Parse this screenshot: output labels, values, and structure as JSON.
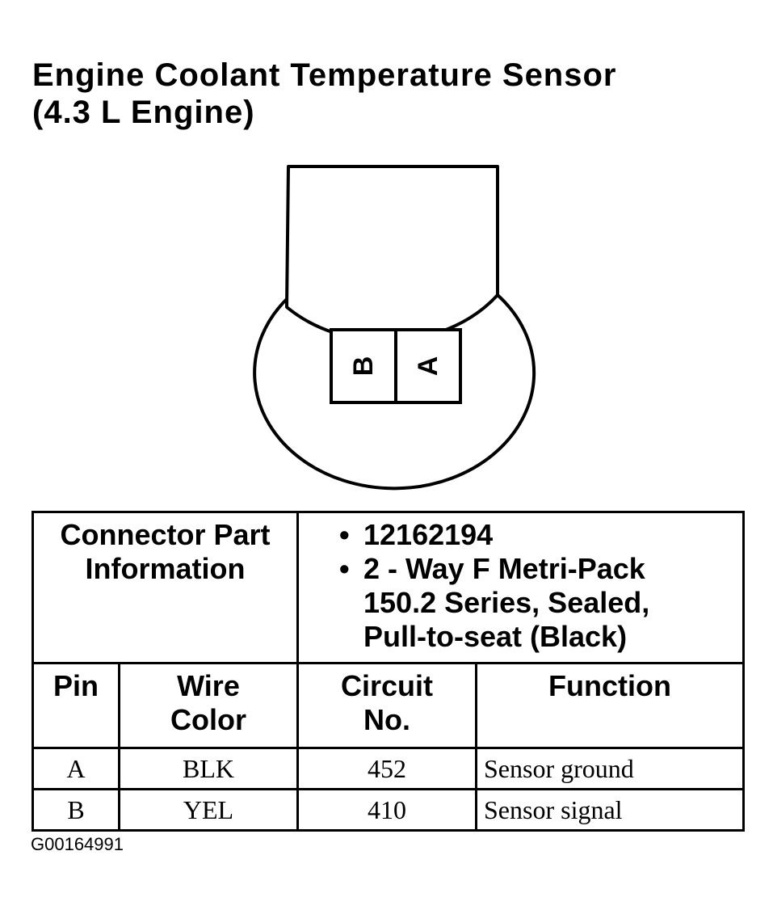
{
  "title": {
    "line1": "Engine Coolant Temperature Sensor",
    "line2": "(4.3 L Engine)"
  },
  "connector": {
    "pin_b_label": "B",
    "pin_a_label": "A"
  },
  "part_info": {
    "label": "Connector Part Information",
    "items": [
      {
        "bullet": "•",
        "lines": [
          "12162194"
        ]
      },
      {
        "bullet": "•",
        "lines": [
          "2 - Way F Metri-Pack",
          "150.2 Series, Sealed,",
          "Pull-to-seat (Black)"
        ]
      }
    ]
  },
  "pin_table": {
    "headers": {
      "pin": "Pin",
      "wire_color_1": "Wire",
      "wire_color_2": "Color",
      "circuit_1": "Circuit",
      "circuit_2": "No.",
      "function": "Function"
    },
    "rows": [
      {
        "pin": "A",
        "wire_color": "BLK",
        "circuit": "452",
        "function": "Sensor ground"
      },
      {
        "pin": "B",
        "wire_color": "YEL",
        "circuit": "410",
        "function": "Sensor signal"
      }
    ]
  },
  "figure_id": "G00164991"
}
